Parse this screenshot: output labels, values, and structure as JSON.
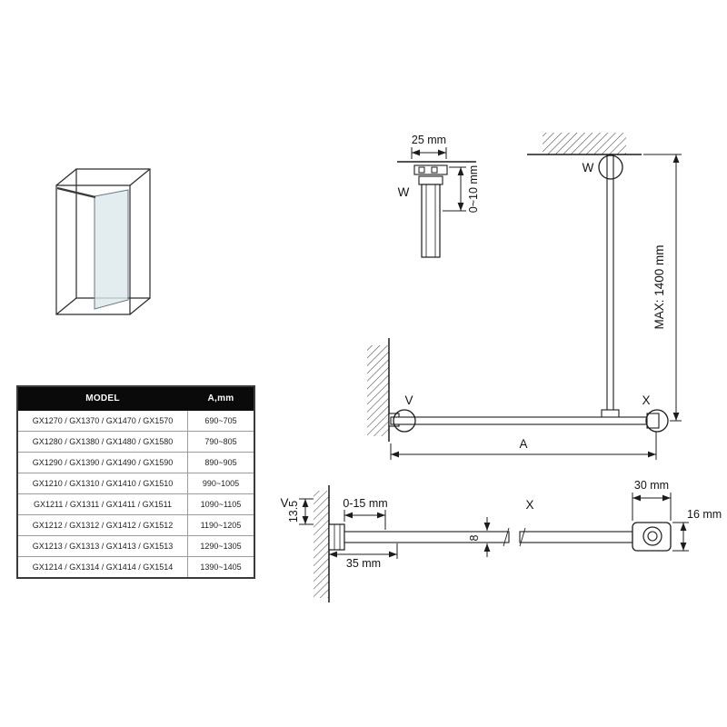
{
  "diagram": {
    "detail_w": {
      "label": "W",
      "dim_width": "25 mm",
      "dim_adjust": "0~10 mm"
    },
    "overview": {
      "label_w": "W",
      "label_v": "V",
      "label_x": "X",
      "dim_max": "MAX: 1400 mm",
      "dim_span": "A"
    },
    "detail_v": {
      "label": "V",
      "dim_depth": "13.5",
      "dim_adjust": "0-15 mm",
      "dim_width": "35 mm",
      "dim_glass": "8"
    },
    "detail_x": {
      "label": "X",
      "dim_width": "30 mm",
      "dim_height": "16 mm"
    }
  },
  "table": {
    "header": {
      "model": "MODEL",
      "a": "A,mm"
    },
    "rows": [
      {
        "model": "GX1270 / GX1370 / GX1470 / GX1570",
        "a": "690~705"
      },
      {
        "model": "GX1280 / GX1380 / GX1480 / GX1580",
        "a": "790~805"
      },
      {
        "model": "GX1290 / GX1390 / GX1490 / GX1590",
        "a": "890~905"
      },
      {
        "model": "GX1210 / GX1310 / GX1410 / GX1510",
        "a": "990~1005"
      },
      {
        "model": "GX1211 / GX1311 / GX1411 / GX1511",
        "a": "1090~1105"
      },
      {
        "model": "GX1212 / GX1312 / GX1412 / GX1512",
        "a": "1190~1205"
      },
      {
        "model": "GX1213 / GX1313 / GX1413 / GX1513",
        "a": "1290~1305"
      },
      {
        "model": "GX1214 / GX1314 / GX1414 / GX1514",
        "a": "1390~1405"
      }
    ]
  }
}
